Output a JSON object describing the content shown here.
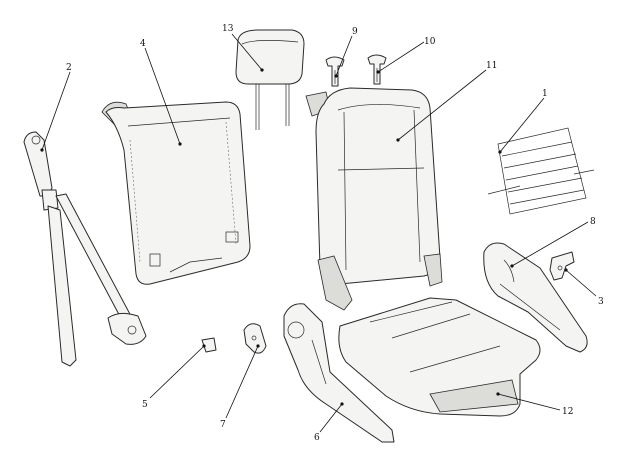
{
  "callouts": [
    {
      "id": "label-1",
      "text": "1"
    },
    {
      "id": "label-2",
      "text": "2"
    },
    {
      "id": "label-3",
      "text": "3"
    },
    {
      "id": "label-4",
      "text": "4"
    },
    {
      "id": "label-5",
      "text": "5"
    },
    {
      "id": "label-6",
      "text": "6"
    },
    {
      "id": "label-7",
      "text": "7"
    },
    {
      "id": "label-8",
      "text": "8"
    },
    {
      "id": "label-9",
      "text": "9"
    },
    {
      "id": "label-10",
      "text": "10"
    },
    {
      "id": "label-11",
      "text": "11"
    },
    {
      "id": "label-12",
      "text": "12"
    },
    {
      "id": "label-13",
      "text": "13"
    }
  ]
}
